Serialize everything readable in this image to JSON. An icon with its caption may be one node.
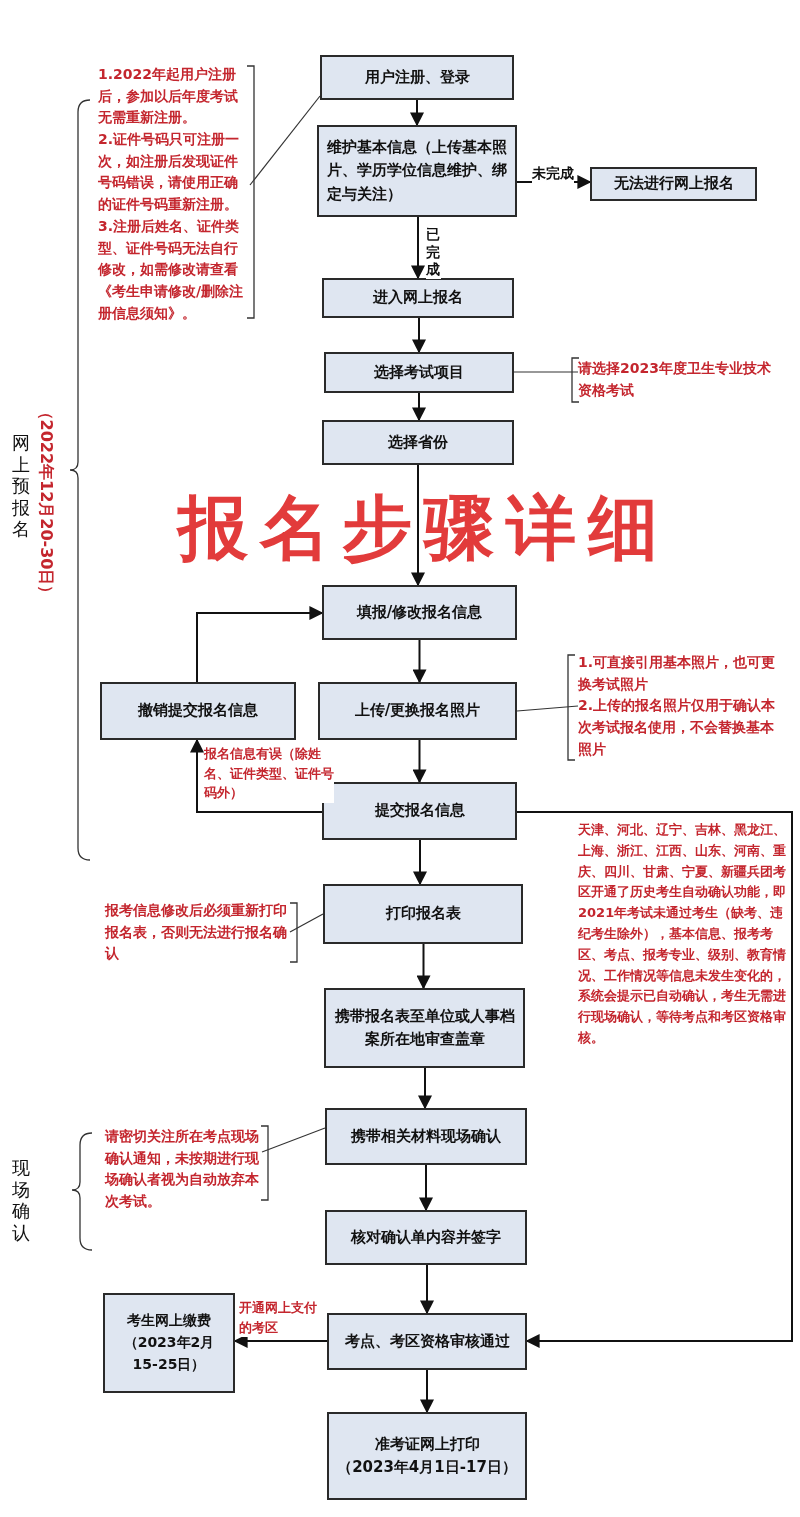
{
  "diagram": {
    "title": "报名步骤详细",
    "nodes": [
      {
        "text": [
          "用户注册、登录"
        ]
      },
      {
        "text": [
          "维护基本信息（上传基本照片、学历学位信息维护、绑定与关注）"
        ]
      },
      {
        "text": [
          "无法进行网上报名"
        ]
      },
      {
        "text": [
          "进入网上报名"
        ]
      },
      {
        "text": [
          "选择考试项目"
        ]
      },
      {
        "text": [
          "选择省份"
        ]
      },
      {
        "text": [
          "填报/修改报名信息"
        ]
      },
      {
        "text": [
          "撤销提交报名信息"
        ]
      },
      {
        "text": [
          "上传/更换报名照片"
        ]
      },
      {
        "text": [
          "提交报名信息"
        ]
      },
      {
        "text": [
          "打印报名表"
        ]
      },
      {
        "text": [
          "携带报名表至单位或人事档案所在地审查盖章"
        ]
      },
      {
        "text": [
          "携带相关材料现场确认"
        ]
      },
      {
        "text": [
          "核对确认单内容并签字"
        ]
      },
      {
        "text": [
          "考生网上缴费",
          "（2023年2月15-25日）"
        ]
      },
      {
        "text": [
          "考点、考区资格审核通过"
        ]
      },
      {
        "text": [
          "准考证网上打印",
          "（2023年4月1日-17日）"
        ]
      },
      {
        "text": [
          "1.2022年起用户注册后，参加以后年度考试无需重新注册。",
          "2.证件号码只可注册一次，如注册后发现证件号码错误，请使用正确的证件号码重新注册。",
          "3.注册后姓名、证件类型、证件号码无法自行修改，如需修改请查看《考生申请修改/删除注册信息须知》。"
        ]
      },
      {
        "text": [
          "请选择2023年度卫生专业技术资格考试"
        ]
      },
      {
        "text": [
          "1.可直接引用基本照片，也可更换考试照片",
          "2.上传的报名照片仅用于确认本次考试报名使用，不会替换基本照片"
        ]
      },
      {
        "text": [
          "报考信息修改后必须重新打印报名表，否则无法进行报名确认"
        ]
      },
      {
        "text": [
          "请密切关注所在考点现场确认通知，未按期进行现场确认者视为自动放弃本次考试。"
        ]
      }
    ],
    "edges": [
      {
        "from": 0,
        "to": 1,
        "arrow": "to"
      },
      {
        "from": 1,
        "to": 2,
        "arrow": "to",
        "label": "未完成"
      },
      {
        "from": 1,
        "to": 3,
        "arrow": "to",
        "label": "已完成"
      },
      {
        "from": 3,
        "to": 4,
        "arrow": "to"
      },
      {
        "from": 4,
        "to": 5,
        "arrow": "to"
      },
      {
        "from": 5,
        "to": 6,
        "arrow": "to"
      },
      {
        "from": 6,
        "to": 8,
        "arrow": "to"
      },
      {
        "from": 8,
        "to": 9,
        "arrow": "to"
      },
      {
        "from": 9,
        "to": 7,
        "arrow": "to",
        "label": "报名信息有误（除姓名、证件类型、证件号码外）"
      },
      {
        "from": 7,
        "to": 6,
        "arrow": "to"
      },
      {
        "from": 9,
        "to": 10,
        "arrow": "to"
      },
      {
        "from": 10,
        "to": 11,
        "arrow": "to"
      },
      {
        "from": 11,
        "to": 12,
        "arrow": "to"
      },
      {
        "from": 12,
        "to": 13,
        "arrow": "to"
      },
      {
        "from": 13,
        "to": 15,
        "arrow": "to"
      },
      {
        "from": 9,
        "to": 15,
        "arrow": "to"
      },
      {
        "from": 15,
        "to": 14,
        "arrow": "to",
        "label": "开通网上支付的考区"
      },
      {
        "from": 15,
        "to": 16,
        "arrow": "to"
      },
      {
        "from": 17,
        "to": 0,
        "arrow": "none"
      },
      {
        "from": 18,
        "to": 4,
        "arrow": "none"
      },
      {
        "from": 19,
        "to": 8,
        "arrow": "none"
      },
      {
        "from": 20,
        "to": 10,
        "arrow": "none"
      },
      {
        "from": 21,
        "to": 12,
        "arrow": "none"
      }
    ],
    "labels": [
      "网上预报名",
      "（2022年12月20-30日）",
      "天津、河北、辽宁、吉林、黑龙江、上海、浙江、江西、山东、河南、重庆、四川、甘肃、宁夏、新疆兵团考区开通了历史考生自动确认功能，即2021年考试未通过考生（缺考、违纪考生除外），基本信息、报考考区、考点、报考专业、级别、教育情况、工作情况等信息未发生变化的，系统会提示已自动确认，考生无需进行现场确认，等待考点和考区资格审核。",
      "现场确认"
    ]
  }
}
